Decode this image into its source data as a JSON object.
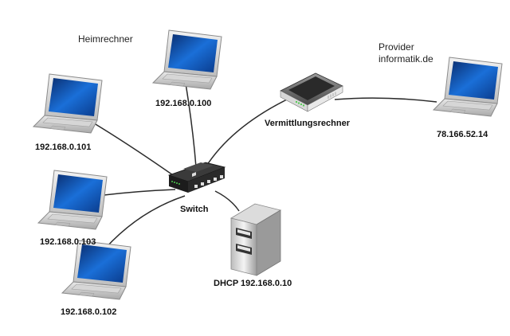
{
  "labels": {
    "heimrechner": "Heimrechner",
    "provider_line1": "Provider",
    "provider_line2": "informatik.de",
    "laptop_100": "192.168.0.100",
    "laptop_101": "192.168.0.101",
    "laptop_103": "192.168.0.103",
    "laptop_102": "192.168.0.102",
    "switch": "Switch",
    "router": "Vermittlungsrechner",
    "server": "DHCP 192.168.0.10",
    "provider_ip": "78.166.52.14"
  },
  "devices": [
    {
      "id": "laptop-100",
      "type": "laptop",
      "icon": "laptop-icon"
    },
    {
      "id": "laptop-101",
      "type": "laptop",
      "icon": "laptop-icon"
    },
    {
      "id": "laptop-103",
      "type": "laptop",
      "icon": "laptop-icon"
    },
    {
      "id": "laptop-102",
      "type": "laptop",
      "icon": "laptop-icon"
    },
    {
      "id": "laptop-provider",
      "type": "laptop",
      "icon": "laptop-icon"
    },
    {
      "id": "switch",
      "type": "network-switch",
      "icon": "switch-icon"
    },
    {
      "id": "router",
      "type": "router",
      "icon": "router-icon"
    },
    {
      "id": "dhcp-server",
      "type": "server",
      "icon": "server-icon"
    }
  ],
  "connections": [
    {
      "from": "switch",
      "to": "laptop-100"
    },
    {
      "from": "switch",
      "to": "laptop-101"
    },
    {
      "from": "switch",
      "to": "laptop-103"
    },
    {
      "from": "switch",
      "to": "laptop-102"
    },
    {
      "from": "switch",
      "to": "router"
    },
    {
      "from": "switch",
      "to": "dhcp-server"
    },
    {
      "from": "router",
      "to": "laptop-provider"
    }
  ],
  "colors": {
    "line": "#2b2b2b",
    "screen": "#1560c8",
    "laptop_body": "#cfcfcf",
    "led": "#4ccc4c"
  }
}
